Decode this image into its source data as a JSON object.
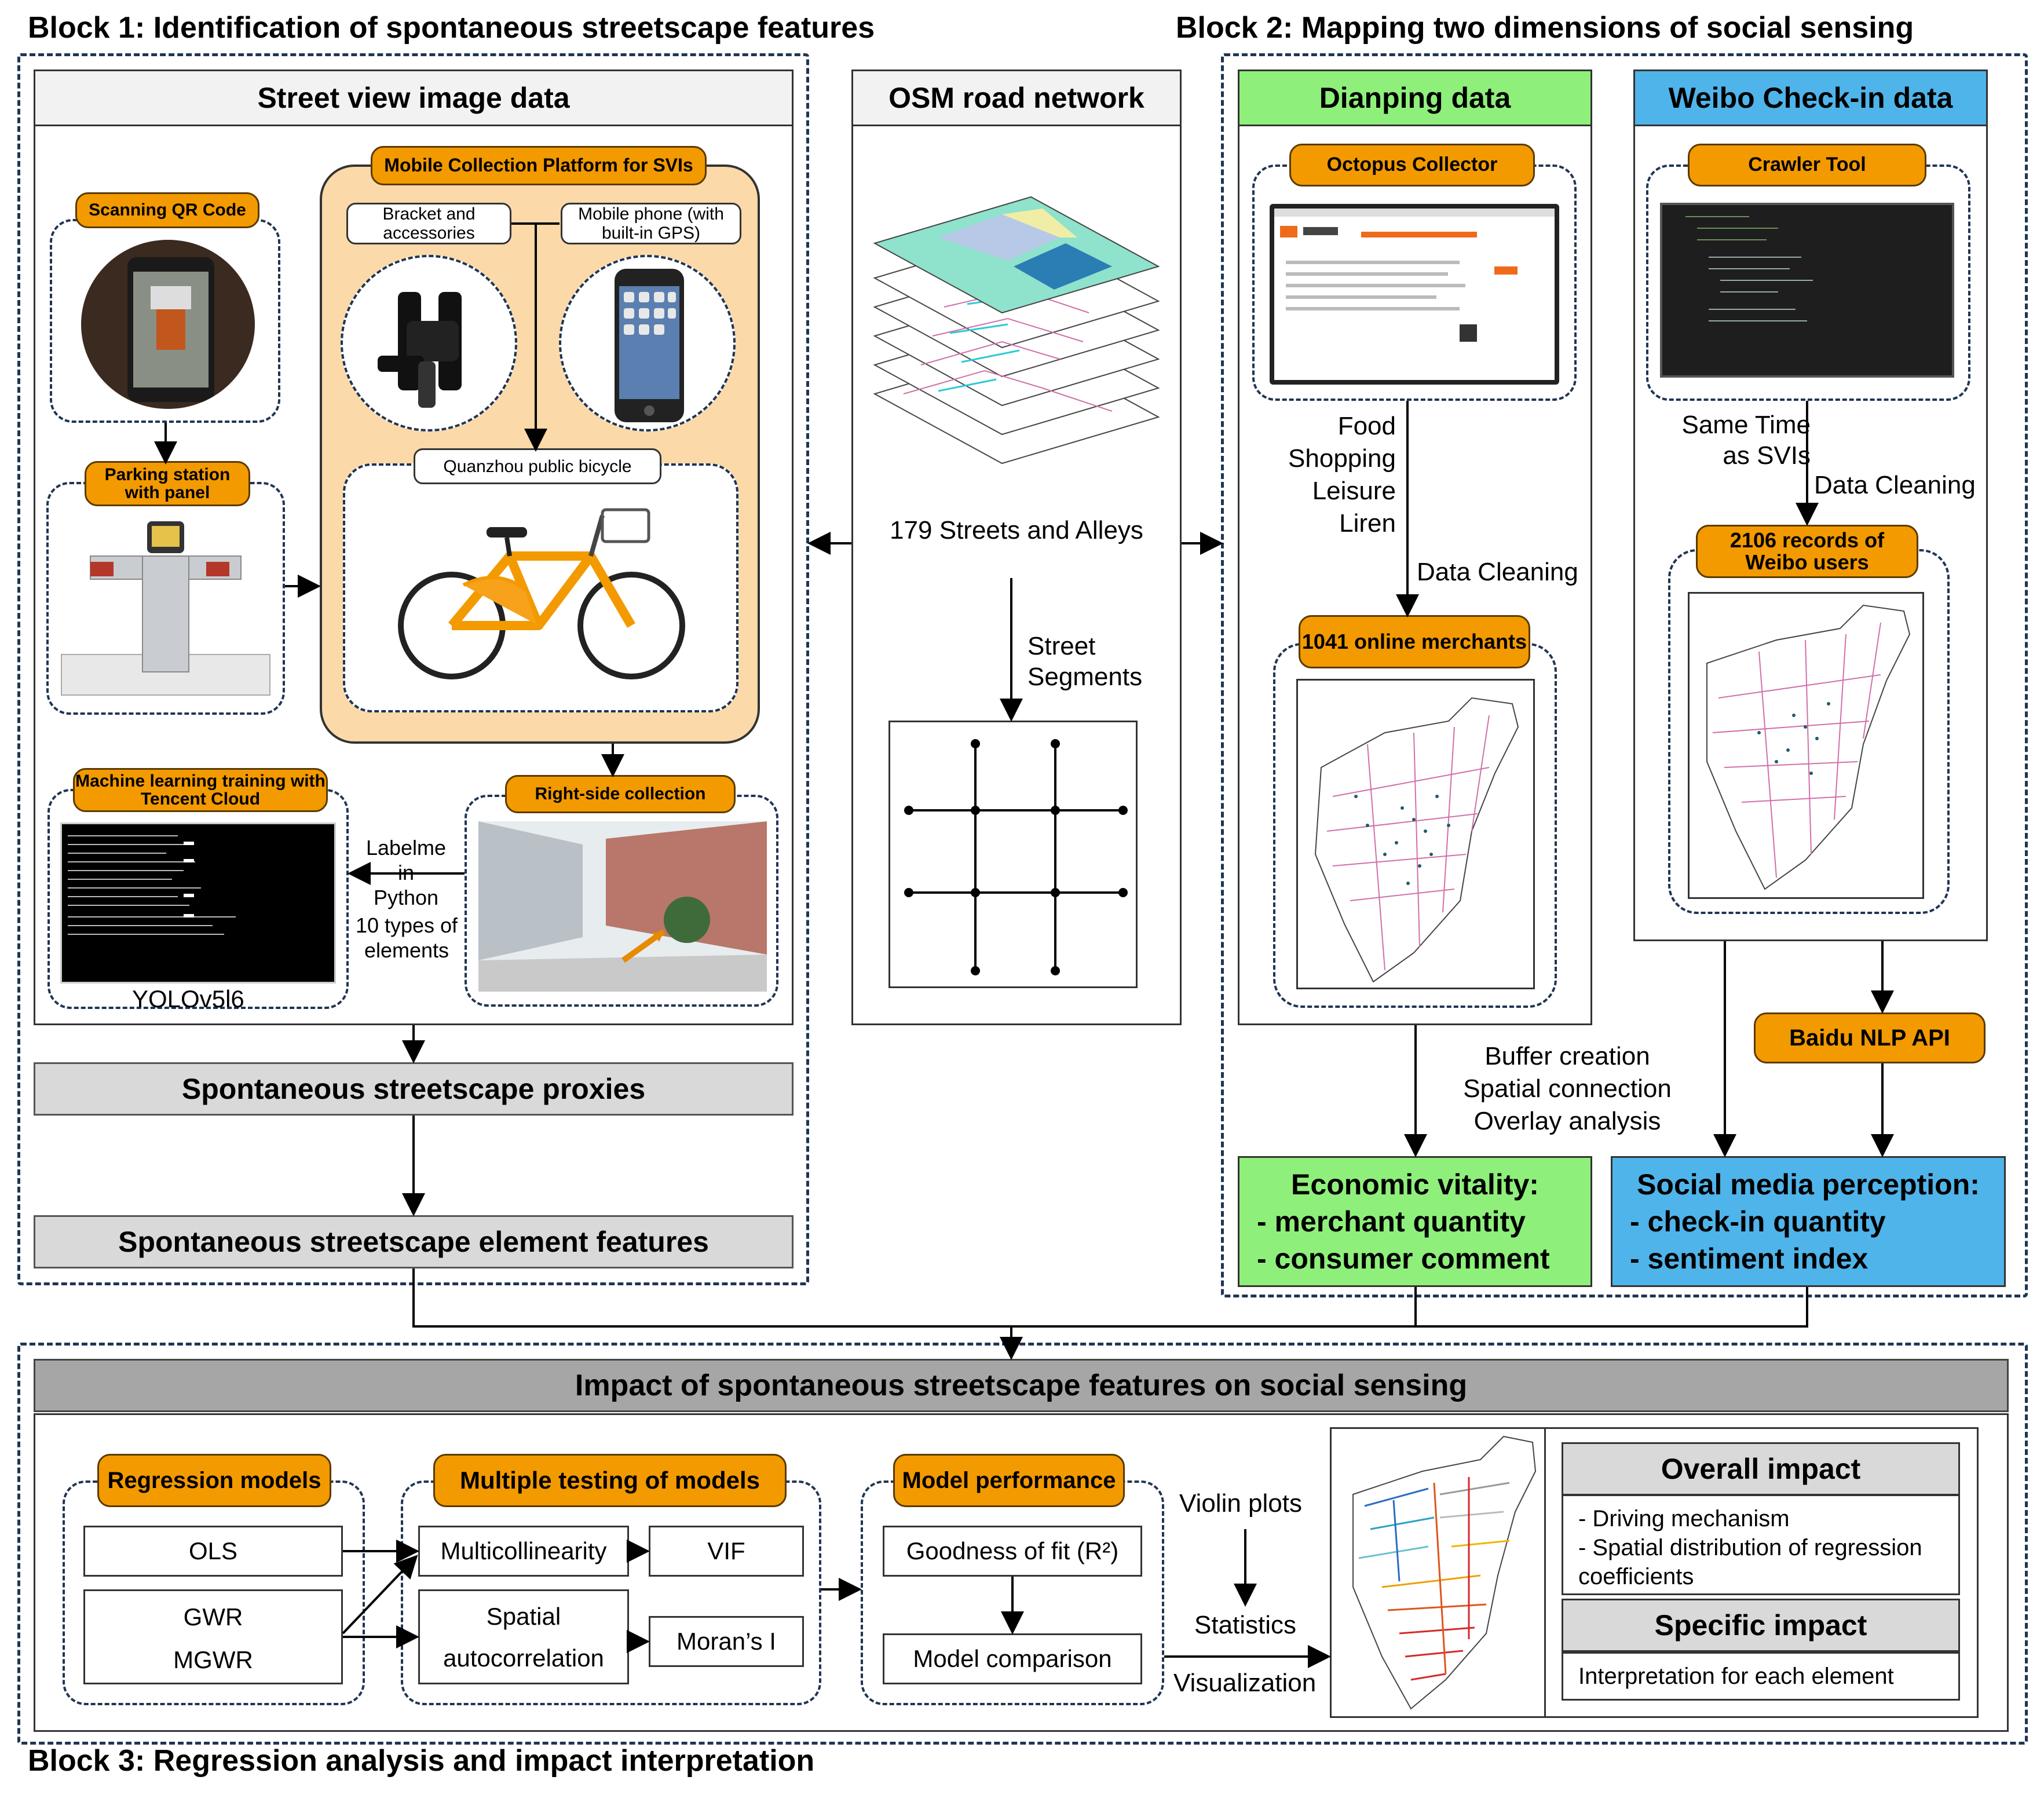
{
  "blocks": {
    "b1": "Block 1: Identification of spontaneous streetscape features",
    "b2": "Block 2: Mapping two dimensions of social sensing",
    "b3": "Block 3: Regression analysis and impact interpretation"
  },
  "block1": {
    "svi_header": "Street view image data",
    "mobile_platform": "Mobile Collection Platform for SVIs",
    "bracket": "Bracket and accessories",
    "phone": "Mobile phone (with built-in GPS)",
    "bicycle": "Quanzhou public bicycle",
    "scan_qr": "Scanning QR Code",
    "parking": "Parking station with panel",
    "ml_training": "Machine learning training with Tencent Cloud",
    "right_side": "Right-side collection",
    "labelme": "Labelme in Python",
    "ten_types": "10 types of elements",
    "yolo": "YOLOv5l6",
    "proxies": "Spontaneous streetscape proxies",
    "element_features": "Spontaneous streetscape element features"
  },
  "osm": {
    "header": "OSM road network",
    "streets": "179 Streets and Alleys",
    "segments": "Street Segments"
  },
  "block2": {
    "dianping_header": "Dianping data",
    "weibo_header": "Weibo Check-in data",
    "octopus": "Octopus Collector",
    "crawler": "Crawler Tool",
    "categories": [
      "Food",
      "Shopping",
      "Leisure",
      "Liren"
    ],
    "data_cleaning": "Data Cleaning",
    "same_time": "Same Time as SVIs",
    "merchants": "1041 online merchants",
    "weibo_records": "2106 records of Weibo users",
    "baidu_nlp": "Baidu NLP API",
    "buffer_ops": [
      "Buffer creation",
      "Spatial connection",
      "Overlay analysis"
    ],
    "econ_title": "Economic vitality:",
    "econ_items": [
      "- merchant quantity",
      "- consumer comment"
    ],
    "social_title": "Social media perception:",
    "social_items": [
      "- check-in quantity",
      "- sentiment index"
    ]
  },
  "block3": {
    "header": "Impact of spontaneous streetscape features on social sensing",
    "regression_models": "Regression models",
    "ols": "OLS",
    "gwr": "GWR",
    "mgwr": "MGWR",
    "multiple_testing": "Multiple testing of models",
    "multicollinearity": "Multicollinearity",
    "vif": "VIF",
    "spatial": "Spatial",
    "autocorrelation": "autocorrelation",
    "morans": "Moran’s I",
    "model_performance": "Model performance",
    "goodness": "Goodness of fit (R²)",
    "comparison": "Model comparison",
    "violin": "Violin plots",
    "statistics": "Statistics",
    "visualization": "Visualization",
    "overall_impact": "Overall impact",
    "overall_items": [
      "- Driving mechanism",
      "- Spatial distribution of regression coefficients"
    ],
    "specific_impact": "Specific impact",
    "specific_item": "Interpretation for each element"
  },
  "colors": {
    "orange": "#f39a00",
    "green": "#8ef07a",
    "blue": "#4fb4ea",
    "gray": "#d9d9d9",
    "dark_gray": "#a6a6a6",
    "panel": "#fcd9a8"
  }
}
